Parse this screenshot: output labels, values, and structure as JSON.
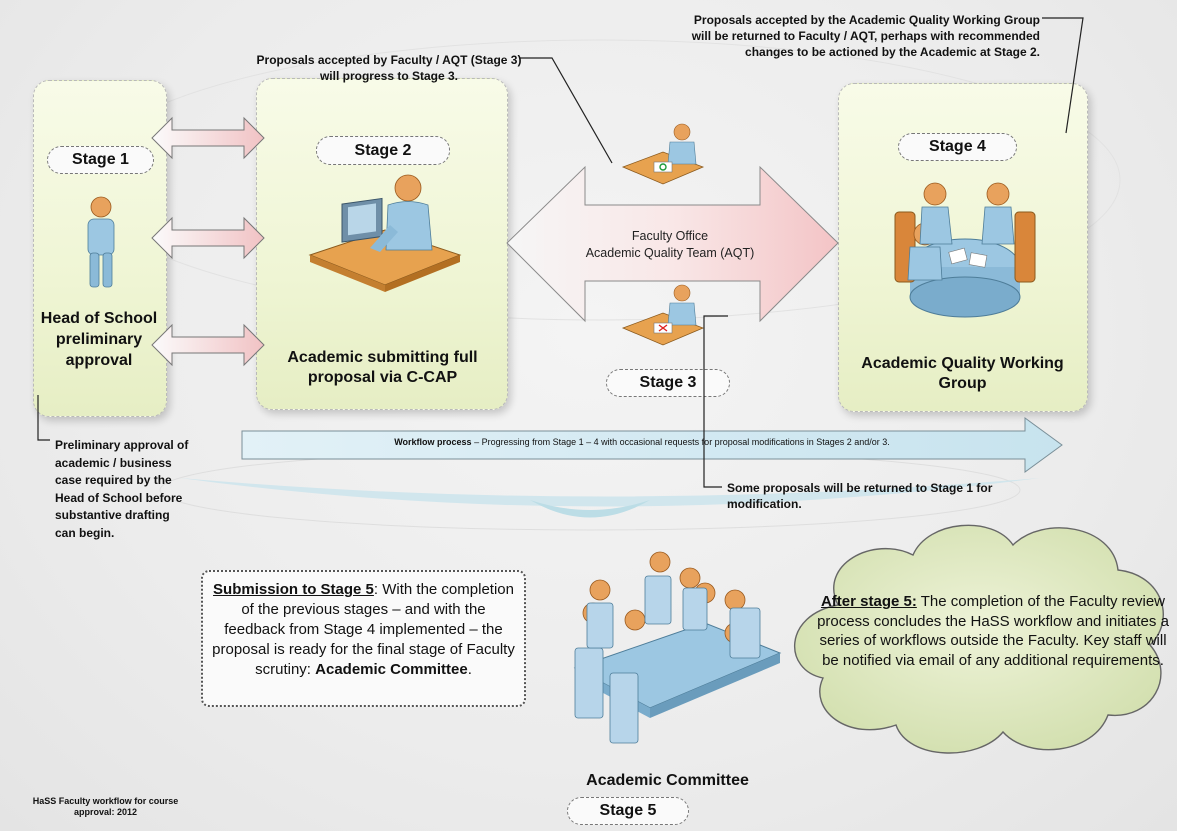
{
  "diagram": {
    "stage1_label": "Stage 1",
    "stage2_label": "Stage 2",
    "stage3_label": "Stage 3",
    "stage4_label": "Stage 4",
    "stage5_label": "Stage 5",
    "head_of_school_caption": "Head of School preliminary approval",
    "academic_submitting_caption": "Academic submitting full proposal via C-CAP",
    "aqwg_caption": "Academic Quality Working Group",
    "academic_committee_caption": "Academic Committee",
    "faculty_office_line1": "Faculty Office",
    "faculty_office_line2": "Academic Quality Team (AQT)",
    "note_stage3_accepted": "Proposals accepted by Faculty / AQT (Stage 3) will progress to Stage 3.",
    "note_aqwg_accepted": "Proposals accepted by the Academic Quality Working Group will be returned to Faculty / AQT, perhaps with recommended changes to be actioned by the Academic at Stage 2.",
    "note_preliminary": "Preliminary approval of academic / business case required by the Head of School before substantive drafting can begin.",
    "note_returned": "Some proposals will be returned to Stage 1 for modification.",
    "workflow_bold": "Workflow process",
    "workflow_rest": " – Progressing from Stage 1 – 4 with occasional requests for proposal modifications in Stages 2 and/or 3.",
    "submission_title": "Submission to Stage 5",
    "submission_body": ": With the completion of the previous stages – and with the feedback from Stage 4 implemented – the proposal is ready for the final stage of Faculty scrutiny: ",
    "submission_end": "Academic Committee",
    "submission_period": ".",
    "after_title": "After stage 5:",
    "after_body": " The completion of the Faculty review process concludes the HaSS workflow and initiates a series of workflows outside the Faculty. Key staff will be notified via email of any additional requirements.",
    "footer_caption": "HaSS Faculty workflow for course approval: 2012"
  },
  "colors": {
    "panel_fill": "#eff5d4",
    "arrow_pink": "#f4cfcf",
    "arrow_workflow": "#d6ecf5",
    "cloud_fill": "#dfe8c4",
    "person_blue": "#9cc7e2",
    "person_head": "#e8a25d",
    "desk": "#e7a24f"
  }
}
